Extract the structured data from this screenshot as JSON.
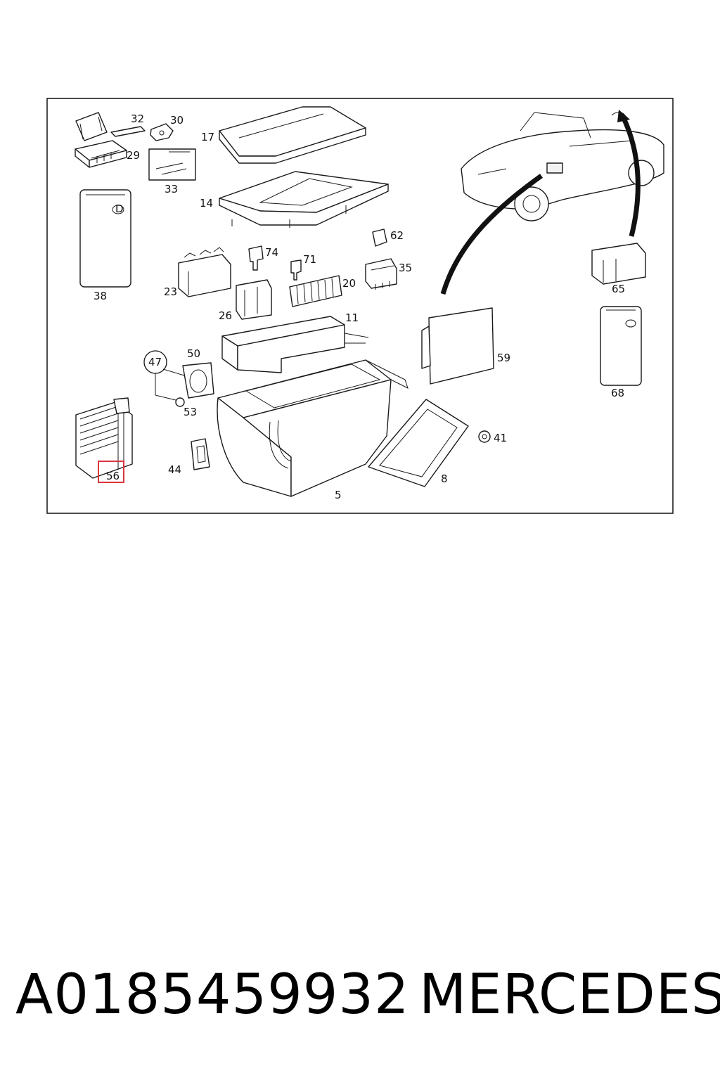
{
  "part_number": "A0185459932",
  "brand": "MERCEDES",
  "highlight_color": "#d9363e",
  "highlighted_callout": "56",
  "callouts": {
    "c5": "5",
    "c8": "8",
    "c11": "11",
    "c14": "14",
    "c17": "17",
    "c20": "20",
    "c23": "23",
    "c26": "26",
    "c29": "29",
    "c30": "30",
    "c32": "32",
    "c33": "33",
    "c35": "35",
    "c38": "38",
    "c41": "41",
    "c44": "44",
    "c47": "47",
    "c50": "50",
    "c53": "53",
    "c56": "56",
    "c59": "59",
    "c62": "62",
    "c65": "65",
    "c68": "68",
    "c71": "71",
    "c74": "74"
  },
  "sticker_mark": "D"
}
